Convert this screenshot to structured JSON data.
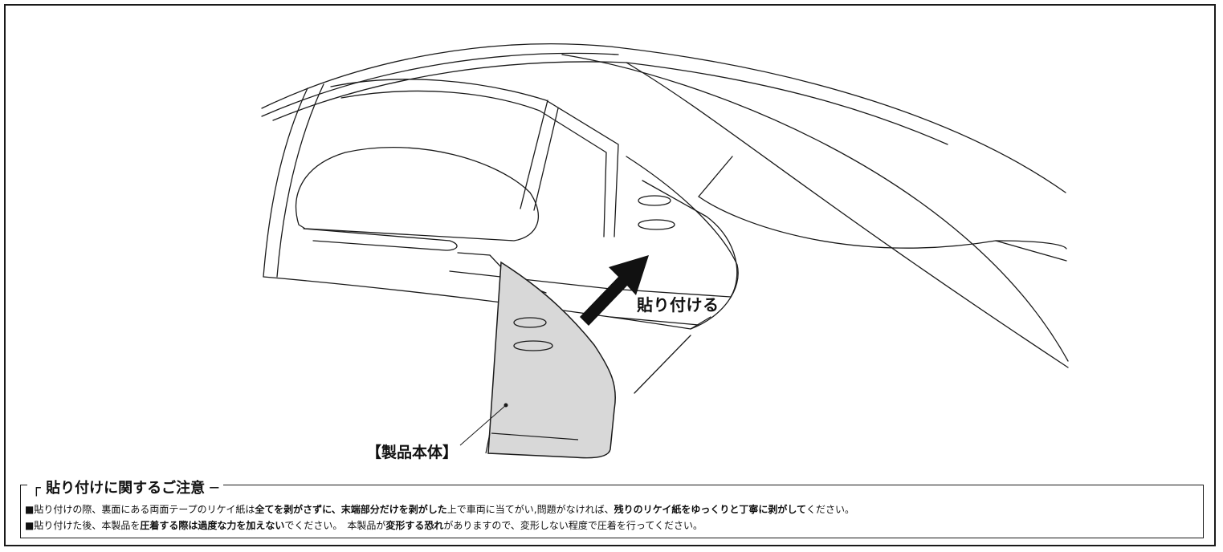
{
  "labels": {
    "attach": "貼り付ける",
    "product_body": "【製品本体】"
  },
  "notice": {
    "title": "貼り付けに関するご注意",
    "line1": [
      {
        "text": "■貼り付けの際、裏面にある両面テープのリケイ紙は",
        "bold": false
      },
      {
        "text": "全てを剥がさずに、末端部分だけを剥がした",
        "bold": true
      },
      {
        "text": "上で車両に当てがい,問題がなければ、",
        "bold": false
      },
      {
        "text": "残りのリケイ紙をゆっくりと丁寧に剥がして",
        "bold": true
      },
      {
        "text": "ください。",
        "bold": false
      }
    ],
    "line2": [
      {
        "text": "■貼り付けた後、本製品を",
        "bold": false
      },
      {
        "text": "圧着する際は過度な力を加えない",
        "bold": true
      },
      {
        "text": "でください。　本製品が",
        "bold": false
      },
      {
        "text": "変形する恐れ",
        "bold": true
      },
      {
        "text": "がありますので、変形しない程度で圧着を行ってください。",
        "bold": false
      }
    ]
  },
  "colors": {
    "line": "#1a1a1a",
    "product_fill": "#d8d8d8",
    "arrow": "#111111"
  }
}
